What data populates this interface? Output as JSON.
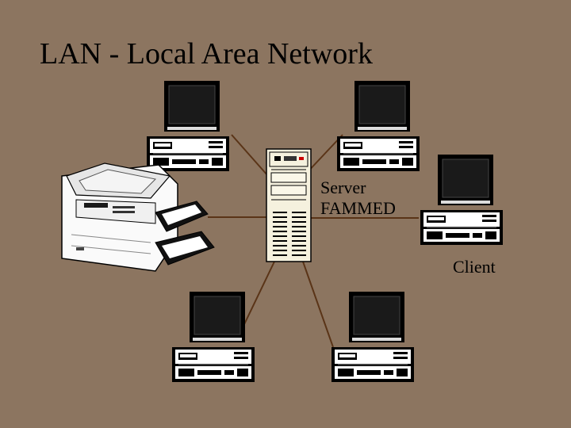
{
  "title": "LAN - Local Area Network",
  "server": {
    "line1": "Server",
    "line2": "FAMMED"
  },
  "client_label": "Client",
  "colors": {
    "background": "#8c7560",
    "link": "#5a3417"
  }
}
